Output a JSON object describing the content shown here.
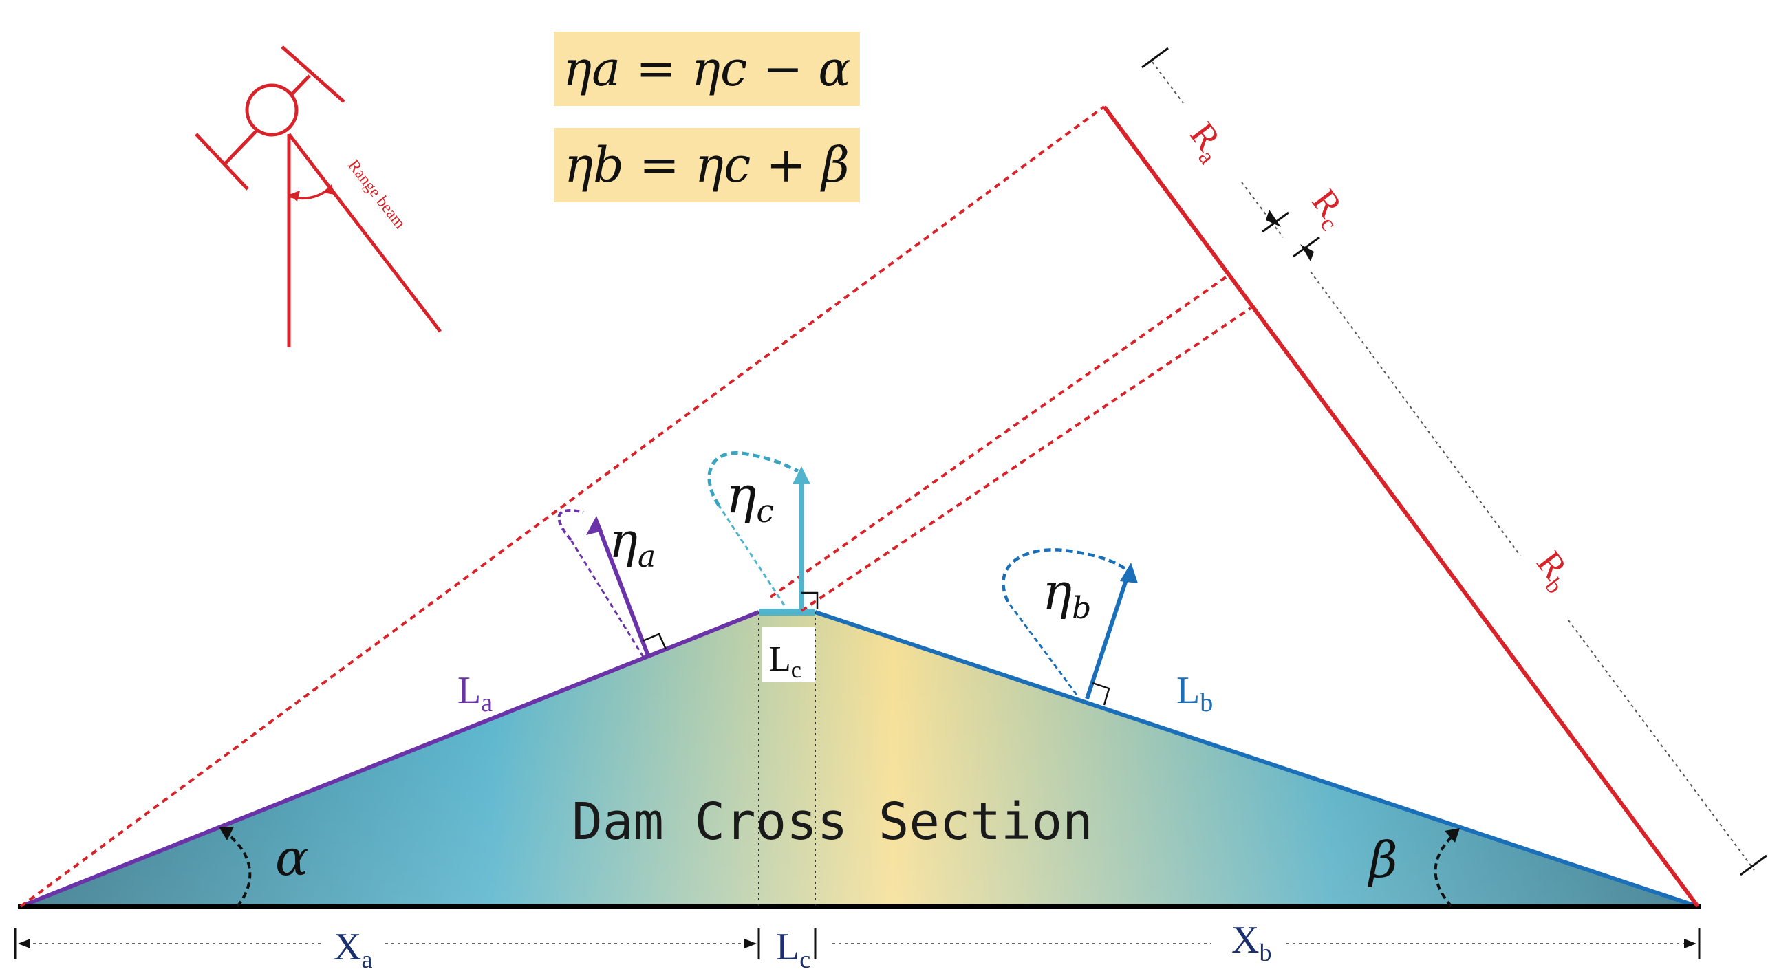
{
  "formulas": {
    "eta_a": "ηa = ηc − α",
    "eta_b": "ηb = ηc + β"
  },
  "sensor": {
    "beam_label": "Range beam"
  },
  "section": {
    "title": "Dam Cross Section",
    "alpha": "α",
    "beta": "β"
  },
  "slopes": {
    "La": {
      "main": "L",
      "sub": "a"
    },
    "Lc": {
      "main": "L",
      "sub": "c"
    },
    "Lb": {
      "main": "L",
      "sub": "b"
    }
  },
  "normals": {
    "eta_a": {
      "main": "η",
      "sub": "a"
    },
    "eta_c": {
      "main": "η",
      "sub": "c"
    },
    "eta_b": {
      "main": "η",
      "sub": "b"
    }
  },
  "ranges": {
    "Ra": {
      "main": "R",
      "sub": "a"
    },
    "Rc": {
      "main": "R",
      "sub": "c"
    },
    "Rb": {
      "main": "R",
      "sub": "b"
    }
  },
  "baseline": {
    "Xa": {
      "main": "X",
      "sub": "a"
    },
    "Lc": {
      "main": "L",
      "sub": "c"
    },
    "Xb": {
      "main": "X",
      "sub": "b"
    }
  },
  "colors": {
    "red": "#d9232a",
    "purple": "#6a34a8",
    "teal": "#4fb4cc",
    "blue": "#1a6fb8",
    "base": "#000000",
    "formula_bg": "#fbe3a6"
  }
}
